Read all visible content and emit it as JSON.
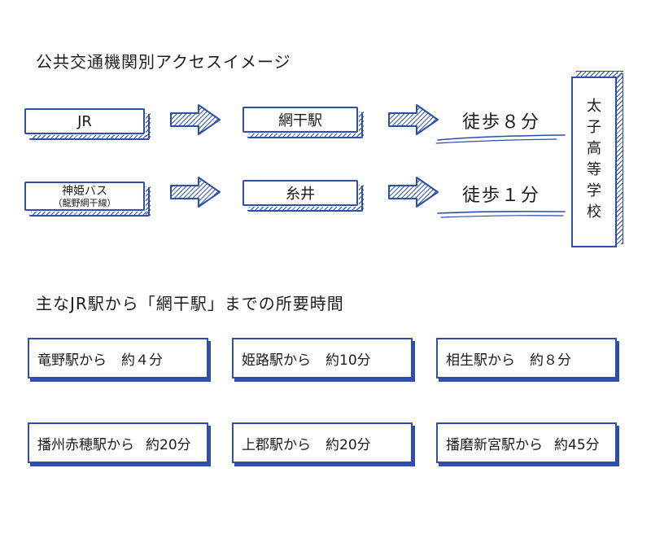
{
  "headings": {
    "access": "公共交通機関別アクセスイメージ",
    "times": "主なJR駅から「網干駅」までの所要時間"
  },
  "routes": {
    "jr": "JR",
    "bus_line1": "神姫バス",
    "bus_line2": "（龍野網干線）",
    "aboshi": "網干駅",
    "itoi": "糸井",
    "walk_aboshi": "徒歩８分",
    "walk_itoi": "徒歩１分"
  },
  "school": "太子高等学校",
  "travel_times": [
    {
      "station": "竜野駅から",
      "time": "約４分"
    },
    {
      "station": "姫路駅から",
      "time": "約10分"
    },
    {
      "station": "相生駅から",
      "time": "約８分"
    },
    {
      "station": "播州赤穂駅から",
      "time": "約20分"
    },
    {
      "station": "上郡駅から",
      "time": "約20分"
    },
    {
      "station": "播磨新宮駅から",
      "time": "約45分"
    }
  ],
  "colors": {
    "accent": "#2d4fa6",
    "text": "#1a1a1a"
  },
  "icons": [
    "arrow-right-icon",
    "walk-underline"
  ]
}
